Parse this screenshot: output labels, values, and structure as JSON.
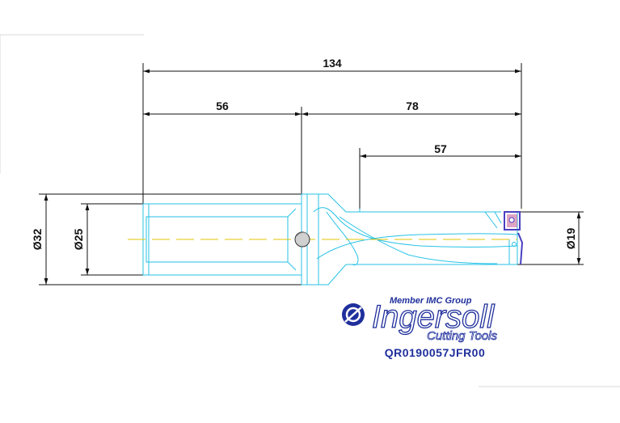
{
  "drawing": {
    "dimensions": {
      "overall_length": "134",
      "shank_length": "56",
      "body_length": "78",
      "flute_length": "57",
      "flange_diameter": "Ø32",
      "shank_diameter": "Ø25",
      "drill_diameter": "Ø19"
    },
    "colors": {
      "outline": "#27c2e6",
      "centerline": "#e0c400",
      "dimension_line": "#111111",
      "logo": "#1f2f9c",
      "insert": "#4a3fc0"
    }
  },
  "brand": {
    "tagline": "Member IMC Group",
    "name": "Ingersoll",
    "subtitle": "Cutting Tools",
    "logo_icon": "ingersoll-circle-logo-icon"
  },
  "part_number": "QR0190057JFR00"
}
